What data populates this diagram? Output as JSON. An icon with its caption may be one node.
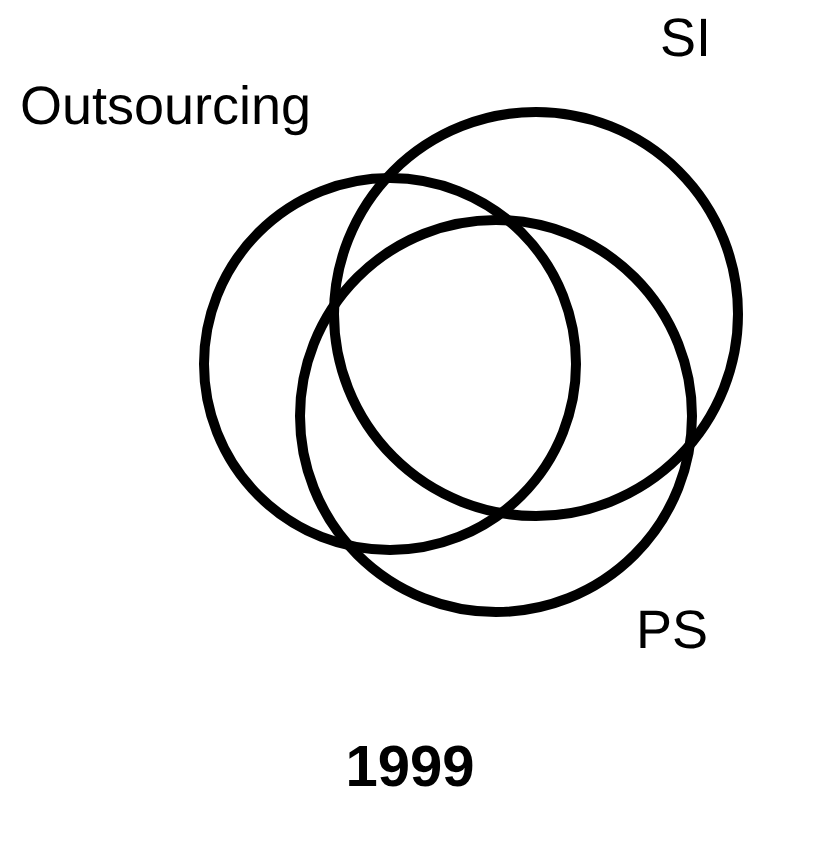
{
  "diagram": {
    "caption": "1999",
    "nodes": [
      {
        "text": [
          "Outsourcing"
        ]
      },
      {
        "text": [
          "SI"
        ]
      },
      {
        "text": [
          "PS"
        ]
      }
    ]
  }
}
